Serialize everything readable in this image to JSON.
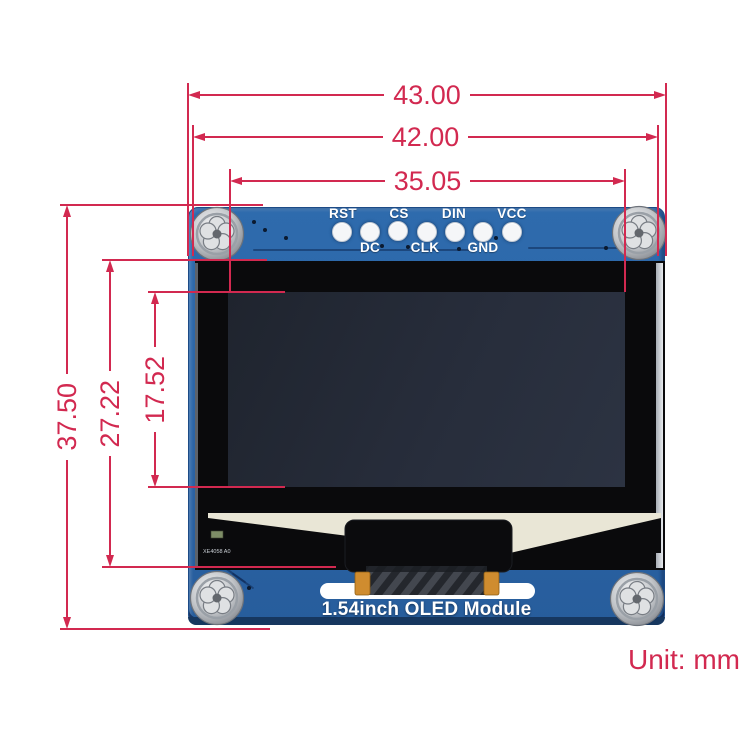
{
  "unit_label": "Unit: mm",
  "module_label": "1.54inch OLED Module",
  "chip_label": "XE4058 A0",
  "colors": {
    "dim": "#d22950",
    "pcb_blue": "#2e6bad",
    "pcb_edge": "#16375f",
    "screen": "#0a0a0c",
    "panel": "#272d3b",
    "cream": "#e9e6d6",
    "copper": "#cf8c2f",
    "silver": "#c3c6ca"
  },
  "dimensions": {
    "horizontal": [
      {
        "value": "43.00",
        "measures": "overall-board-width"
      },
      {
        "value": "42.00",
        "measures": "inner-board-width"
      },
      {
        "value": "35.05",
        "measures": "active-area-width"
      }
    ],
    "vertical": [
      {
        "value": "37.50",
        "measures": "overall-board-height"
      },
      {
        "value": "27.22",
        "measures": "display-glass-height"
      },
      {
        "value": "17.52",
        "measures": "active-area-height"
      }
    ]
  },
  "pins": {
    "count": 7,
    "top_labels": [
      "RST",
      "CS",
      "DIN",
      "VCC"
    ],
    "bottom_labels": [
      "DC",
      "CLK",
      "GND"
    ]
  }
}
